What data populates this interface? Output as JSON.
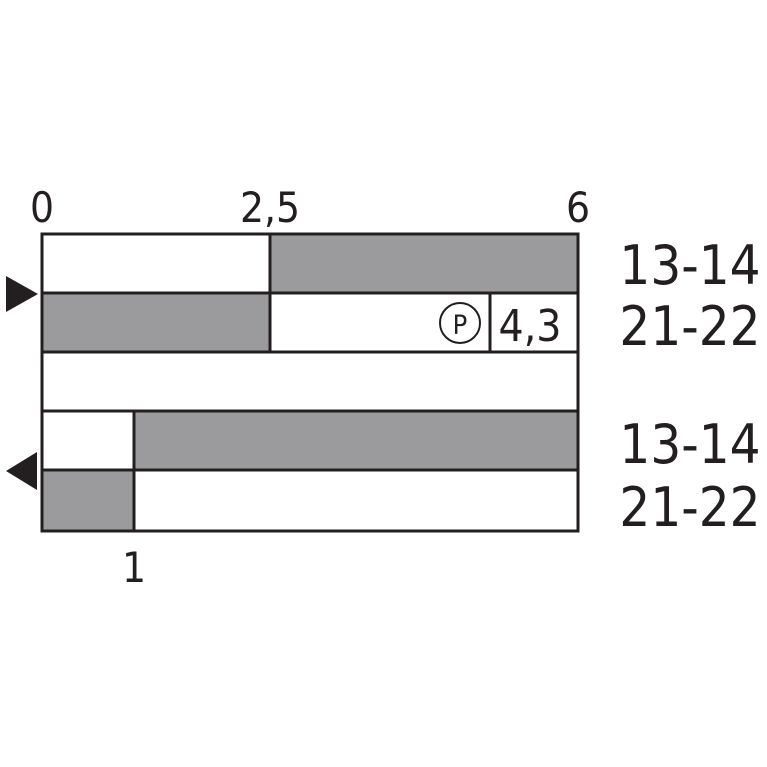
{
  "scale": {
    "top_ticks": [
      {
        "value": 0,
        "label": "0"
      },
      {
        "value": 2.5,
        "label": "2,5"
      },
      {
        "value": 6,
        "label": "6"
      }
    ],
    "bottom_ticks": [
      {
        "value": 1,
        "label": "1"
      }
    ],
    "range": [
      0,
      6
    ]
  },
  "colors": {
    "fill": "#9b9b9d",
    "outline": "#231f20",
    "background": "#ffffff"
  },
  "groups": [
    {
      "id": "top",
      "arrow": "right-pointing-filled-triangle",
      "rows": [
        {
          "contact": "13-14",
          "segments": [
            {
              "from": 0,
              "to": 2.5,
              "state": "off"
            },
            {
              "from": 2.5,
              "to": 6,
              "state": "on"
            }
          ]
        },
        {
          "contact": "21-22",
          "segments": [
            {
              "from": 0,
              "to": 2.5,
              "state": "on"
            },
            {
              "from": 2.5,
              "to": 6,
              "state": "off"
            }
          ]
        }
      ]
    },
    {
      "id": "bottom",
      "arrow": "left-pointing-filled-triangle",
      "rows": [
        {
          "contact": "13-14",
          "segments": [
            {
              "from": 0,
              "to": 1,
              "state": "off"
            },
            {
              "from": 1,
              "to": 6,
              "state": "on"
            }
          ]
        },
        {
          "contact": "21-22",
          "segments": [
            {
              "from": 0,
              "to": 1,
              "state": "on"
            },
            {
              "from": 1,
              "to": 6,
              "state": "off"
            }
          ]
        }
      ]
    }
  ],
  "positive_break": {
    "symbol": "P",
    "value": "4,3",
    "from": 5,
    "to": 6
  }
}
